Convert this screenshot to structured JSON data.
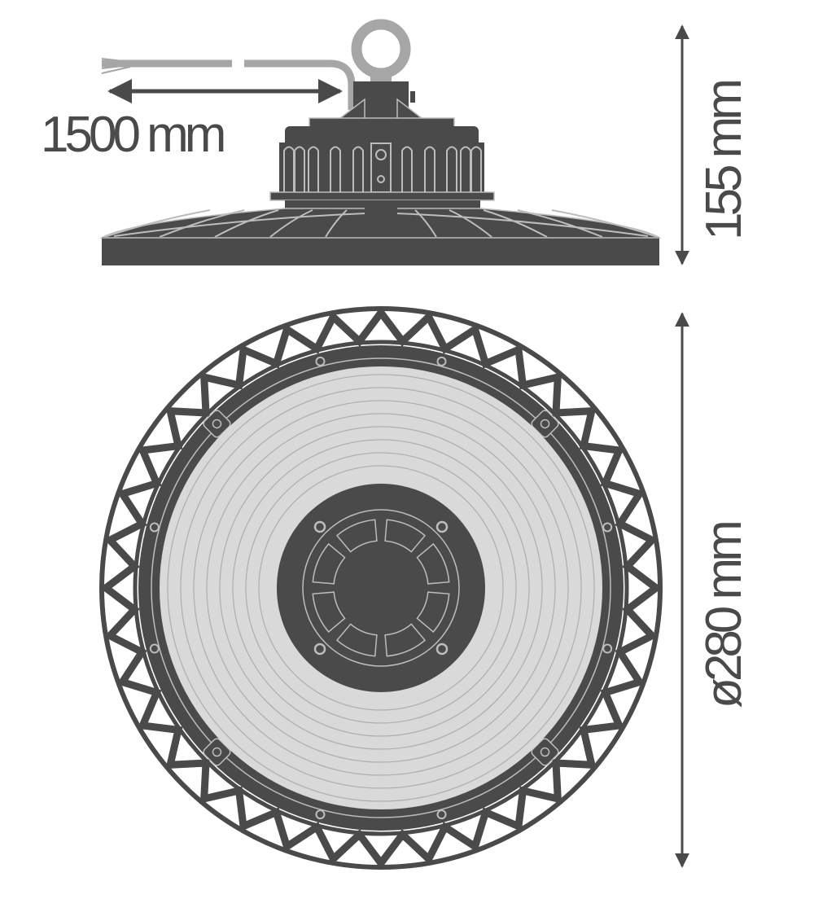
{
  "title": "High bay luminaire dimensional drawing",
  "dimensions": {
    "cable_length": "1500 mm",
    "height": "155 mm",
    "diameter": "ø280 mm"
  },
  "colors": {
    "body": "#4a4a4a",
    "light_surface": "#d9d9d9",
    "accessory": "#a6a6a6",
    "outline": "#bdbdbd"
  }
}
